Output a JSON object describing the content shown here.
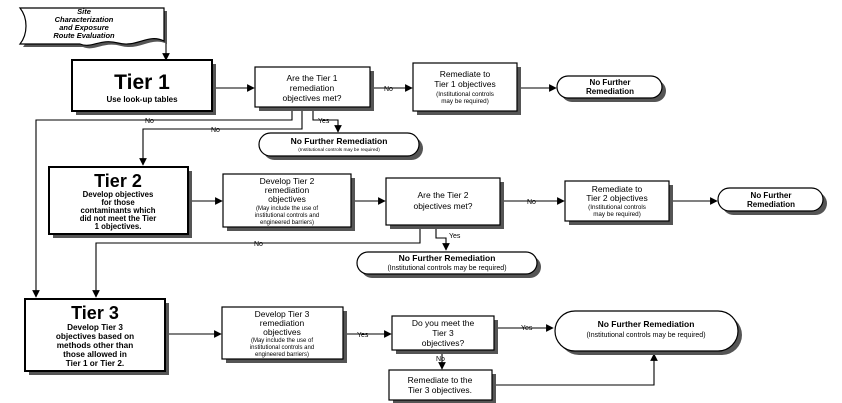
{
  "start": {
    "lines": [
      "Site",
      "Characterization",
      "and Exposure",
      "Route Evaluation"
    ]
  },
  "tier1": {
    "title": "Tier 1",
    "desc": [
      "Use look-up tables"
    ]
  },
  "q1": {
    "lines": [
      "Are the Tier 1",
      "remediation",
      "objectives met?"
    ]
  },
  "rem1": {
    "lines": [
      "Remediate to",
      "Tier 1 objectives"
    ],
    "note": [
      "(Institutional controls",
      "may be required)"
    ]
  },
  "nfr1": {
    "lines": [
      "No Further",
      "Remediation"
    ]
  },
  "nfr1b": {
    "title": "No Further Remediation",
    "note": "(Institutional controls may be required)"
  },
  "tier2": {
    "title": "Tier 2",
    "desc": [
      "Develop objectives",
      "for those",
      "contaminants which",
      "did not meet the Tier",
      "1 objectives."
    ]
  },
  "dev2": {
    "lines": [
      "Develop Tier 2",
      "remediation",
      "objectives"
    ],
    "note": [
      "(May include the use of",
      "institutional controls and",
      "engineered barriers)"
    ]
  },
  "q2": {
    "lines": [
      "Are the Tier 2",
      "objectives met?"
    ]
  },
  "rem2": {
    "lines": [
      "Remediate to",
      "Tier 2 objectives"
    ],
    "note": [
      "(Institutional controls",
      "may be required)"
    ]
  },
  "nfr2": {
    "lines": [
      "No Further",
      "Remediation"
    ]
  },
  "nfr2b": {
    "title": "No Further Remediation",
    "note": "(Institutional controls may be required)"
  },
  "tier3": {
    "title": "Tier 3",
    "desc": [
      "Develop Tier 3",
      "objectives based on",
      "methods other than",
      "those allowed in",
      "Tier 1 or Tier 2."
    ]
  },
  "dev3": {
    "lines": [
      "Develop Tier 3",
      "remediation",
      "objectives"
    ],
    "note": [
      "(May include the use of",
      "institutional controls and",
      "engineered barriers)"
    ]
  },
  "q3": {
    "lines": [
      "Do you meet the",
      "Tier 3",
      "objectives?"
    ]
  },
  "rem3": {
    "lines": [
      "Remediate to the",
      "Tier 3 objectives."
    ]
  },
  "nfr3": {
    "title": "No Further Remediation",
    "note": "(Institutional controls may be required)"
  },
  "labels": {
    "no": "No",
    "yes": "Yes"
  }
}
